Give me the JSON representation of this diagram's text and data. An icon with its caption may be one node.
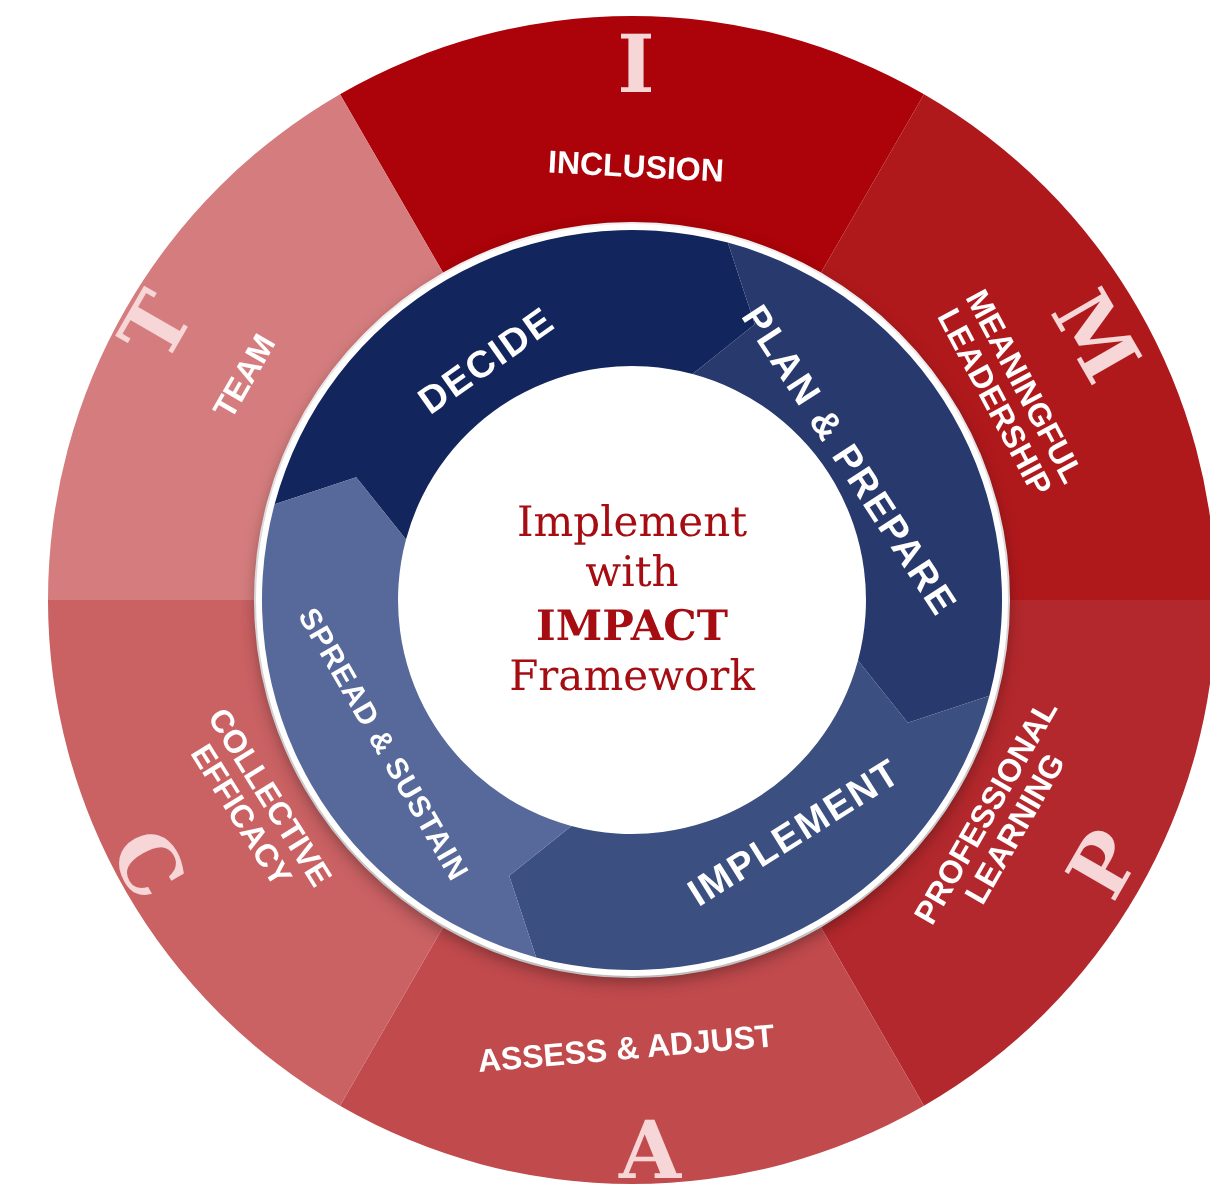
{
  "diagram": {
    "nodes": [
      {
        "text": [
          "I",
          "INCLUSION"
        ]
      },
      {
        "text": [
          "M",
          "MEANINGFUL LEADERSHIP"
        ]
      },
      {
        "text": [
          "P",
          "PROFESSIONAL LEARNING"
        ]
      },
      {
        "text": [
          "A",
          "ASSESS & ADJUST"
        ]
      },
      {
        "text": [
          "C",
          "COLLECTIVE EFFICACY"
        ]
      },
      {
        "text": [
          "T",
          "TEAM"
        ]
      },
      {
        "text": [
          "DECIDE"
        ]
      },
      {
        "text": [
          "PLAN & PREPARE"
        ]
      },
      {
        "text": [
          "IMPLEMENT"
        ]
      },
      {
        "text": [
          "SPREAD & SUSTAIN"
        ]
      },
      {
        "text": [
          "Implement with **IMPACT** Framework"
        ]
      }
    ]
  }
}
